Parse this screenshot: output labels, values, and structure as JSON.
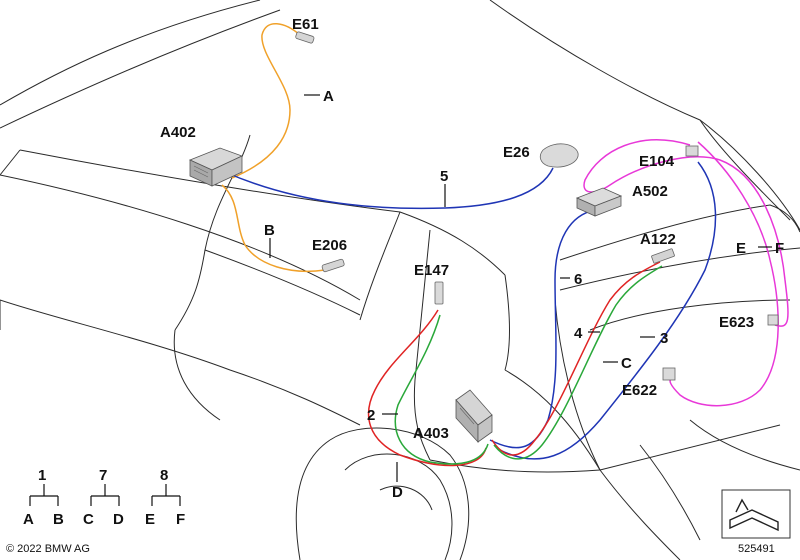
{
  "labels": {
    "e61": "E61",
    "a": "A",
    "a402": "A402",
    "b": "B",
    "e206": "E206",
    "n5": "5",
    "e26": "E26",
    "e104": "E104",
    "a502": "A502",
    "a122": "A122",
    "n6": "6",
    "e": "E",
    "f": "F",
    "e147": "E147",
    "n4": "4",
    "n3": "3",
    "c": "C",
    "e623": "E623",
    "e622": "E622",
    "n2": "2",
    "a403": "A403",
    "d": "D"
  },
  "legend": [
    {
      "parent": "1",
      "left": "A",
      "right": "B"
    },
    {
      "parent": "7",
      "left": "C",
      "right": "D"
    },
    {
      "parent": "8",
      "left": "E",
      "right": "F"
    }
  ],
  "copyright": "© 2022 BMW AG",
  "image_number": "525491",
  "colors": {
    "orange": "#f0a12a",
    "blue": "#1f35b5",
    "red": "#e02424",
    "green": "#2aa83a",
    "magenta": "#e838d8"
  }
}
